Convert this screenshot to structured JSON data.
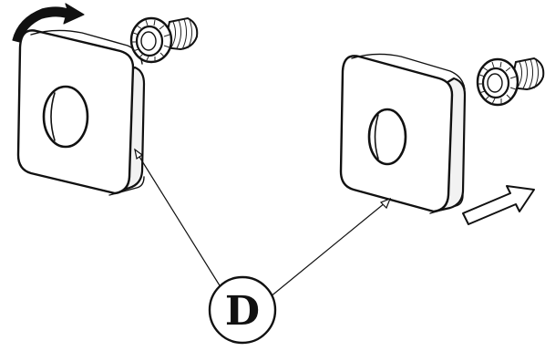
{
  "callout": {
    "label": "D"
  },
  "parts": [
    {
      "name": "escutcheon-left",
      "description_icon": "square-rosette-icon"
    },
    {
      "name": "escutcheon-right",
      "description_icon": "square-rosette-icon"
    },
    {
      "name": "screw-left",
      "description_icon": "threaded-bushing-icon"
    },
    {
      "name": "screw-right",
      "description_icon": "threaded-bushing-icon"
    }
  ],
  "arrows": [
    {
      "name": "rotate-arrow",
      "meaning": "twist"
    },
    {
      "name": "push-arrow",
      "meaning": "push"
    }
  ]
}
